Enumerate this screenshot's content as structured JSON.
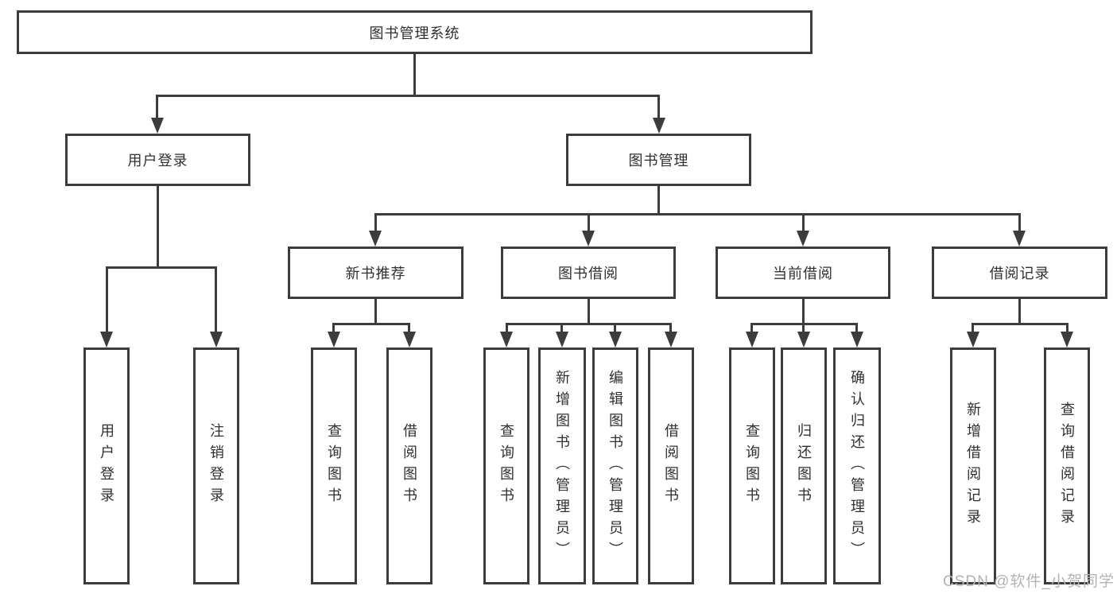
{
  "diagram": {
    "root": {
      "label": "图书管理系统"
    },
    "level2": [
      {
        "label": "用户登录"
      },
      {
        "label": "图书管理"
      }
    ],
    "level3": [
      {
        "label": "新书推荐",
        "parent": "图书管理"
      },
      {
        "label": "图书借阅",
        "parent": "图书管理"
      },
      {
        "label": "当前借阅",
        "parent": "图书管理"
      },
      {
        "label": "借阅记录",
        "parent": "图书管理"
      }
    ],
    "leaves": [
      {
        "label": "用户登录",
        "parent": "用户登录"
      },
      {
        "label": "注销登录",
        "parent": "用户登录"
      },
      {
        "label": "查询图书",
        "parent": "新书推荐"
      },
      {
        "label": "借阅图书",
        "parent": "新书推荐"
      },
      {
        "label": "查询图书",
        "parent": "图书借阅"
      },
      {
        "label": "新增图书（管理员）",
        "parent": "图书借阅"
      },
      {
        "label": "编辑图书（管理员）",
        "parent": "图书借阅"
      },
      {
        "label": "借阅图书",
        "parent": "图书借阅"
      },
      {
        "label": "查询图书",
        "parent": "当前借阅"
      },
      {
        "label": "归还图书",
        "parent": "当前借阅"
      },
      {
        "label": "确认归还（管理员）",
        "parent": "当前借阅"
      },
      {
        "label": "新增借阅记录",
        "parent": "借阅记录"
      },
      {
        "label": "查询借阅记录",
        "parent": "借阅记录"
      }
    ],
    "watermark": "CSDN @软件_小贺同学",
    "colors": {
      "line": "#3c3c3c",
      "text": "#303030",
      "watermark": "#b3b3b3",
      "background": "#ffffff"
    }
  }
}
